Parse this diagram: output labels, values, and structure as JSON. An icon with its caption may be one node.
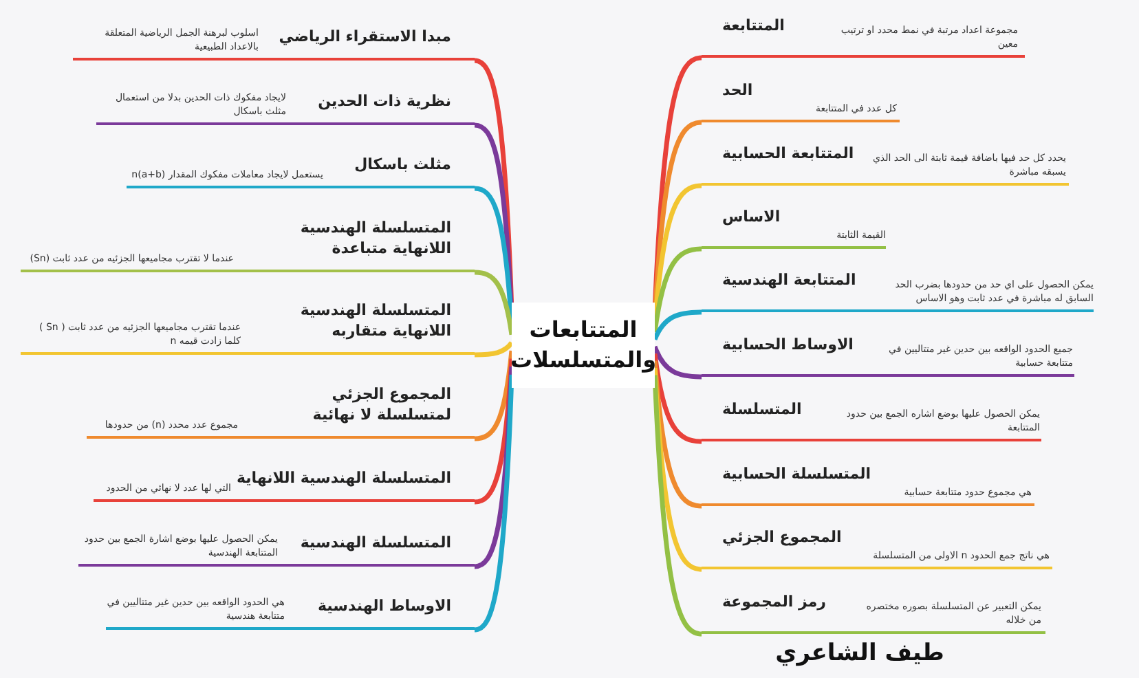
{
  "diagram": {
    "nodes": [
      {
        "text": [
          "المتتابعات والمتسلسلات"
        ]
      },
      {
        "text": [
          "المتتابعة",
          "مجموعة اعداد مرتبة في نمط محدد او ترتيب معين"
        ]
      },
      {
        "text": [
          "الحد",
          "كل عدد في المتتابعة"
        ]
      },
      {
        "text": [
          "المتتابعة الحسابية",
          "يحدد كل حد فيها باضافة قيمة ثابتة الى الحد الذي يسبقه مباشرة"
        ]
      },
      {
        "text": [
          "الاساس",
          "القيمة الثابتة"
        ]
      },
      {
        "text": [
          "المتتابعة الهندسية",
          "يمكن الحصول على اي حد من حدودها بضرب الحد السابق له مباشرة في عدد ثابت وهو الاساس"
        ]
      },
      {
        "text": [
          "الاوساط الحسابية",
          "جميع الحدود الواقعه بين حدين غير متتاليين في متتابعة حسابية"
        ]
      },
      {
        "text": [
          "المتسلسلة",
          "يمكن الحصول عليها بوضع اشاره الجمع بين حدود المتتابعة"
        ]
      },
      {
        "text": [
          "المتسلسلة الحسابية",
          "هي مجموع حدود متتابعة حسابية"
        ]
      },
      {
        "text": [
          "المجموع الجزئي",
          "هي ناتج جمع الحدود n الاولى من المتسلسلة"
        ]
      },
      {
        "text": [
          "رمز المجموعة",
          "يمكن التعبير عن المتسلسلة بصوره مختصره من خلاله"
        ]
      },
      {
        "text": [
          "مبدا الاستقراء الرياضي",
          "اسلوب لبرهنة الجمل الرياضية المتعلقة بالاعداد الطبيعية"
        ]
      },
      {
        "text": [
          "نظرية ذات الحدين",
          "لايجاد مفكوك ذات الحدين بدلا من استعمال مثلث باسكال"
        ]
      },
      {
        "text": [
          "مثلث باسكال",
          "يستعمل لايجاد معاملات مفكوك المقدار (a+b)n"
        ]
      },
      {
        "text": [
          "المتسلسلة الهندسية اللانهاية متباعدة",
          "عندما لا تقترب مجاميعها الجزئيه من عدد ثابت (Sn)"
        ]
      },
      {
        "text": [
          "المتسلسلة الهندسية اللانهاية متقاربه",
          "عندما تقترب مجاميعها الجزئيه من عدد ثابت ( Sn ) كلما زادت قيمه n"
        ]
      },
      {
        "text": [
          "المجموع الجزئي لمتسلسلة لا نهائية",
          "مجموع عدد محدد (n) من حدودها"
        ]
      },
      {
        "text": [
          "المتسلسلة الهندسية اللانهاية",
          "التي لها عدد لا نهائي من الحدود"
        ]
      },
      {
        "text": [
          "المتسلسلة الهندسية",
          "يمكن الحصول عليها بوضع اشارة الجمع بين حدود المتتابعة الهندسية"
        ]
      },
      {
        "text": [
          "الاوساط الهندسية",
          "هي الحدود الواقعه بين حدين غير متتاليين في متتابعة هندسية"
        ]
      }
    ],
    "edges": [
      {
        "from": 0,
        "to": 1,
        "arrow": "none",
        "color": "#e8413a"
      },
      {
        "from": 0,
        "to": 2,
        "arrow": "none",
        "color": "#ef8a2e"
      },
      {
        "from": 0,
        "to": 3,
        "arrow": "none",
        "color": "#f2c531"
      },
      {
        "from": 0,
        "to": 4,
        "arrow": "none",
        "color": "#93c045"
      },
      {
        "from": 0,
        "to": 5,
        "arrow": "none",
        "color": "#1fa8c9"
      },
      {
        "from": 0,
        "to": 6,
        "arrow": "none",
        "color": "#7b3a9a"
      },
      {
        "from": 0,
        "to": 7,
        "arrow": "none",
        "color": "#e8413a"
      },
      {
        "from": 0,
        "to": 8,
        "arrow": "none",
        "color": "#ef8a2e"
      },
      {
        "from": 0,
        "to": 9,
        "arrow": "none",
        "color": "#f2c531"
      },
      {
        "from": 0,
        "to": 10,
        "arrow": "none",
        "color": "#93c045"
      },
      {
        "from": 0,
        "to": 11,
        "arrow": "none",
        "color": "#e8413a"
      },
      {
        "from": 0,
        "to": 12,
        "arrow": "none",
        "color": "#7b3a9a"
      },
      {
        "from": 0,
        "to": 13,
        "arrow": "none",
        "color": "#1fa8c9"
      },
      {
        "from": 0,
        "to": 14,
        "arrow": "none",
        "color": "#a3c04a"
      },
      {
        "from": 0,
        "to": 15,
        "arrow": "none",
        "color": "#f2c531"
      },
      {
        "from": 0,
        "to": 16,
        "arrow": "none",
        "color": "#ef8a2e"
      },
      {
        "from": 0,
        "to": 17,
        "arrow": "none",
        "color": "#e8413a"
      },
      {
        "from": 0,
        "to": 18,
        "arrow": "none",
        "color": "#7b3a9a"
      },
      {
        "from": 0,
        "to": 19,
        "arrow": "none",
        "color": "#1fa8c9"
      }
    ],
    "labels": [
      "طيف الشاعري"
    ]
  }
}
